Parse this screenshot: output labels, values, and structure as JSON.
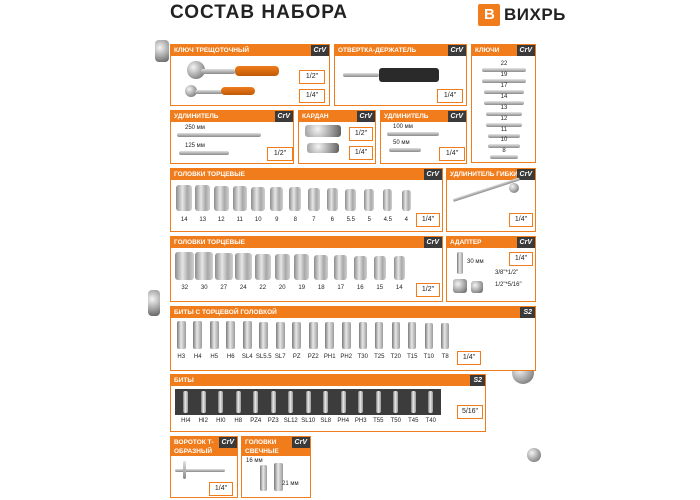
{
  "header": {
    "title": "СОСТАВ НАБОРА",
    "brand": "ВИХРЬ",
    "brand_mark": "В"
  },
  "colors": {
    "accent": "#f07c1c",
    "badge": "#3a3a3a"
  },
  "panels": {
    "ratchet": {
      "title": "Ключ трещоточный",
      "badge": "CrV",
      "sizes": [
        "1/2\"",
        "1/4\""
      ]
    },
    "screwdriver": {
      "title": "отвертка-держатель",
      "badge": "CrV",
      "size": "1/4\""
    },
    "wrenches": {
      "title": "ключи",
      "badge": "CrV",
      "sizes": [
        "22",
        "19",
        "17",
        "14",
        "13",
        "12",
        "11",
        "10",
        "8"
      ]
    },
    "extension1": {
      "title": "удлинитель",
      "badge": "CrV",
      "lengths": [
        "250 мм",
        "125 мм"
      ],
      "size": "1/2\""
    },
    "cardan": {
      "title": "кардан",
      "badge": "CrV",
      "sizes": [
        "1/2\"",
        "1/4\""
      ]
    },
    "extension2": {
      "title": "удлинитель",
      "badge": "CrV",
      "lengths": [
        "100 мм",
        "50 мм"
      ],
      "size": "1/4\""
    },
    "sockets14": {
      "title": "головки торцевые",
      "badge": "CrV",
      "labels": [
        "14",
        "13",
        "12",
        "11",
        "10",
        "9",
        "8",
        "7",
        "6",
        "5.5",
        "5",
        "4.5",
        "4"
      ],
      "size": "1/4\""
    },
    "flex_ext": {
      "title": "удлинитель гибкий",
      "badge": "CrV",
      "size": "1/4\""
    },
    "sockets12": {
      "title": "головки торцевые",
      "badge": "CrV",
      "labels": [
        "32",
        "30",
        "27",
        "24",
        "22",
        "20",
        "19",
        "18",
        "17",
        "16",
        "15",
        "14"
      ],
      "size": "1/2\""
    },
    "adapter": {
      "title": "адаптер",
      "badge": "CrV",
      "length": "30 мм",
      "sizes": [
        "1/4\"",
        "3/8\"*1/2\"",
        "1/2\"*5/16\""
      ]
    },
    "bit_sockets": {
      "title": "биты с торцевой головкой",
      "badge": "S2",
      "labels": [
        "H3",
        "H4",
        "H5",
        "H6",
        "SL4",
        "SL5.5",
        "SL7",
        "PZ",
        "PZ2",
        "PH1",
        "PH2",
        "T30",
        "T25",
        "T20",
        "T15",
        "T10",
        "T8"
      ],
      "size": "1/4\""
    },
    "bits": {
      "title": "биты",
      "badge": "S2",
      "labels": [
        "HI4",
        "HI2",
        "HI0",
        "H8",
        "PZ4",
        "PZ3",
        "SL12",
        "SL10",
        "SL8",
        "PH4",
        "PH3",
        "T55",
        "T50",
        "T45",
        "T40"
      ],
      "size": "5/16\""
    },
    "tbar": {
      "title": "вороток т-образный",
      "badge": "CrV",
      "size": "1/4\""
    },
    "spark": {
      "title": "головки свечные",
      "badge": "CrV",
      "lengths": [
        "16 мм",
        "21 мм"
      ]
    }
  }
}
